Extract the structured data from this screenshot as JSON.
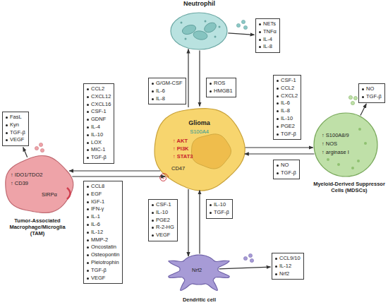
{
  "diagram": {
    "nodes": [
      {
        "text": [
          "Neutrophil"
        ]
      },
      {
        "text": [
          "NETs",
          "TNFα",
          "IL-4",
          "IL-8"
        ]
      },
      {
        "text": [
          "G/GM-CSF",
          "IL-6",
          "IL-8"
        ]
      },
      {
        "text": [
          "ROS",
          "HMGB1"
        ]
      },
      {
        "text": [
          "CCL2",
          "CXCL12",
          "CXCL16",
          "CSF-1",
          "GDNF",
          "IL-4",
          "IL-10",
          "LOX",
          "MIC-1",
          "TGF-β"
        ]
      },
      {
        "text": [
          "CSF-1",
          "CCL2",
          "CXCL2",
          "IL-6",
          "IL-8",
          "IL-10",
          "PGE2",
          "TGF-β"
        ]
      },
      {
        "text": [
          "NO",
          "TGF-β"
        ]
      },
      {
        "text": [
          "FasL",
          "Kyn",
          "TGF-β",
          "VEGF"
        ]
      },
      {
        "text": [
          "Glioma",
          "S100A4",
          "↑ AKT",
          "↑ PI3K",
          "↑ STAT3",
          "CD47"
        ]
      },
      {
        "text": [
          "↑ S100A8/9",
          "↑ NOS",
          "↑ arginase I",
          "Myeloid-Derived Suppressor Cells (MDSCs)"
        ]
      },
      {
        "text": [
          "NO",
          "TGF-β"
        ]
      },
      {
        "text": [
          "↑ IDO1/TDO2",
          "↑ CD39",
          "SIRPα",
          "Tumor-Associated Macrophage/Microglia (TAM)"
        ]
      },
      {
        "text": [
          "CCL8",
          "EGF",
          "IGF-1",
          "IFN-γ",
          "IL-1",
          "IL-6",
          "IL-12",
          "MMP-2",
          "Oncostatin",
          "Osteopontin",
          "Pleiotrophin",
          "TGF-β",
          "VEGF"
        ]
      },
      {
        "text": [
          "CSF-1",
          "IL-10",
          "PGE2",
          "R-2-HG",
          "VEGF"
        ]
      },
      {
        "text": [
          "IL-10",
          "TGF-β"
        ]
      },
      {
        "text": [
          "Nrf2",
          "Dendritic cell"
        ]
      },
      {
        "text": [
          "CCL9/10",
          "IL-12",
          "Nrf2"
        ]
      }
    ],
    "edges": [
      {
        "from": 8,
        "to": 0,
        "arrow": "to"
      },
      {
        "from": 0,
        "to": 8,
        "arrow": "to"
      },
      {
        "from": 8,
        "to": 11,
        "arrow": "to"
      },
      {
        "from": 11,
        "to": 8,
        "arrow": "to"
      },
      {
        "from": 8,
        "to": 9,
        "arrow": "to"
      },
      {
        "from": 9,
        "to": 8,
        "arrow": "to"
      },
      {
        "from": 8,
        "to": 15,
        "arrow": "to"
      },
      {
        "from": 15,
        "to": 8,
        "arrow": "to"
      },
      {
        "from": 0,
        "to": 1,
        "arrow": "to"
      },
      {
        "from": 11,
        "to": 7,
        "arrow": "to"
      },
      {
        "from": 9,
        "to": 6,
        "arrow": "to"
      },
      {
        "from": 15,
        "to": 16,
        "arrow": "to"
      }
    ]
  }
}
